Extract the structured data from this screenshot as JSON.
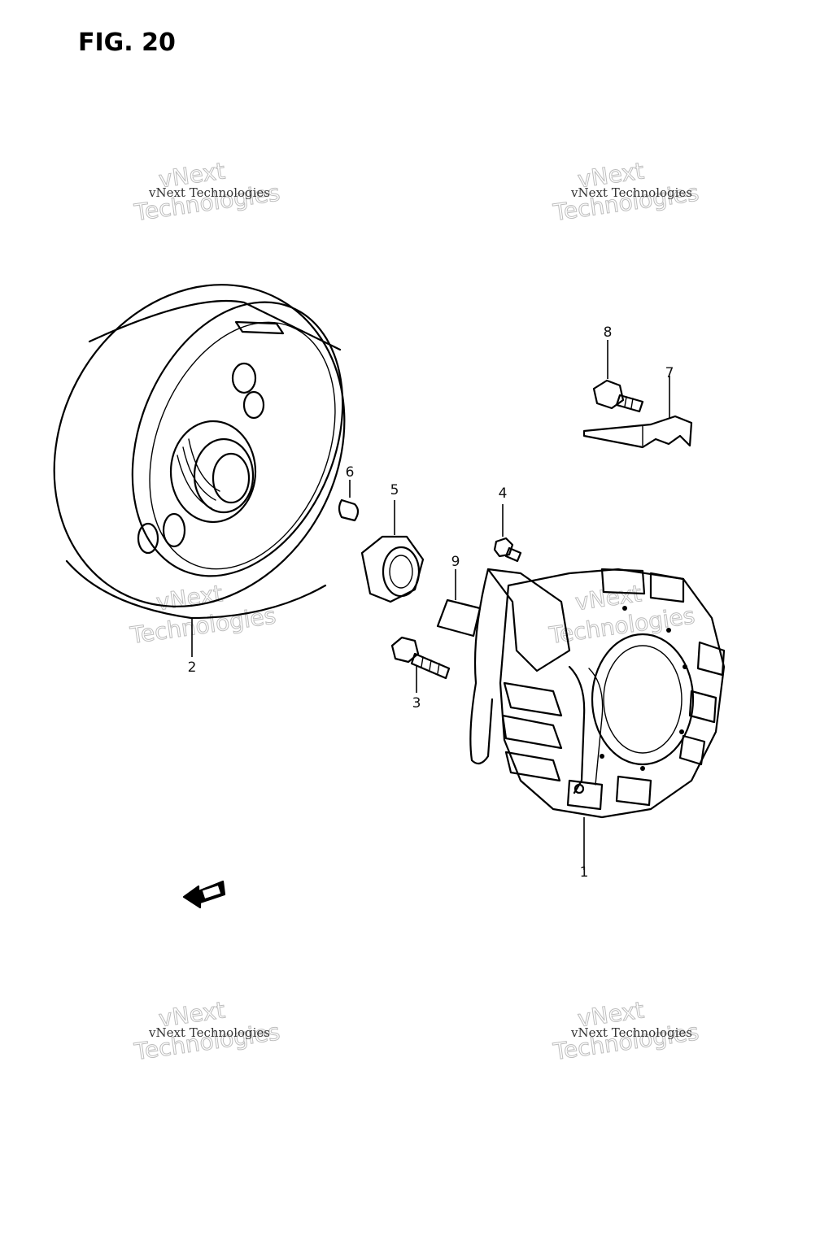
{
  "figure": {
    "title": "FIG. 20"
  },
  "watermark": {
    "small_text": "vNext Technologies",
    "big_line1": "vNext",
    "big_line2": "Technologies"
  },
  "callouts": [
    {
      "id": "1",
      "label": "1"
    },
    {
      "id": "2",
      "label": "2"
    },
    {
      "id": "3",
      "label": "3"
    },
    {
      "id": "4",
      "label": "4"
    },
    {
      "id": "5",
      "label": "5"
    },
    {
      "id": "6",
      "label": "6"
    },
    {
      "id": "7",
      "label": "7"
    },
    {
      "id": "8",
      "label": "8"
    },
    {
      "id": "9",
      "label": "9"
    }
  ],
  "colors": {
    "ink": "#000000",
    "background": "#ffffff",
    "watermark": "#bdbdbd"
  },
  "icons": {
    "direction_arrow": "front-direction-arrow-icon"
  }
}
